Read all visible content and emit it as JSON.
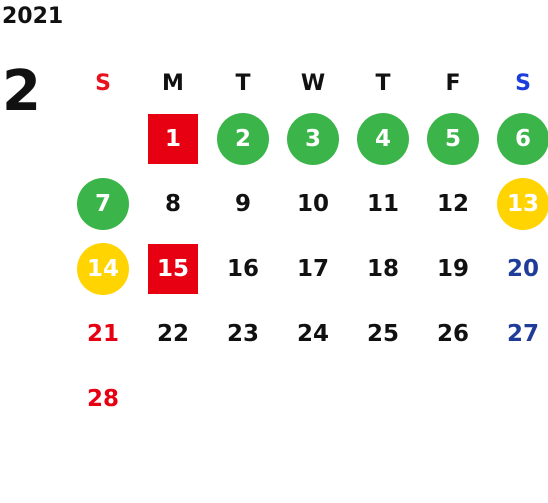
{
  "year": "2021",
  "month": "2",
  "weekdays": [
    "S",
    "M",
    "T",
    "W",
    "T",
    "F",
    "S"
  ],
  "weeks": [
    [
      "",
      "1",
      "2",
      "3",
      "4",
      "5",
      "6"
    ],
    [
      "7",
      "8",
      "9",
      "10",
      "11",
      "12",
      "13"
    ],
    [
      "14",
      "15",
      "16",
      "17",
      "18",
      "19",
      "20"
    ],
    [
      "21",
      "22",
      "23",
      "24",
      "25",
      "26",
      "27"
    ],
    [
      "28",
      "",
      "",
      "",
      "",
      "",
      ""
    ]
  ],
  "colors": {
    "holiday_square": "#e60012",
    "green_circle": "#3bb54a",
    "yellow_circle": "#ffd400",
    "sunday_text": "#e60012",
    "saturday_text": "#1f3c99"
  }
}
